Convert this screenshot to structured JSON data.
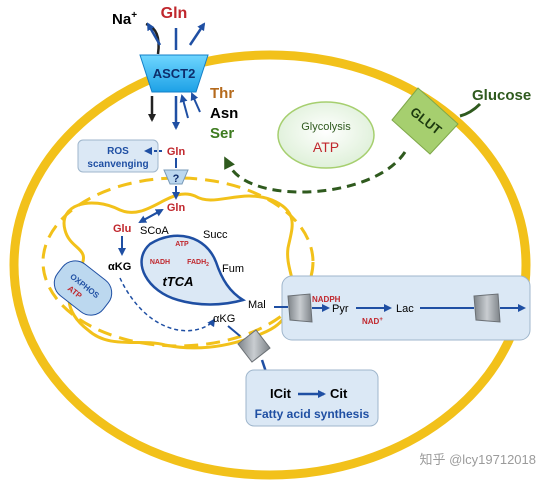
{
  "transporters": {
    "asct2": "ASCT2",
    "glut": "GLUT",
    "sodium": "Na",
    "sodium_charge": "+"
  },
  "extracellular": {
    "gln": "Gln",
    "glucose": "Glucose",
    "thr": "Thr",
    "asn": "Asn",
    "ser": "Ser"
  },
  "cytosol": {
    "gln": "Gln",
    "ros_line1": "ROS",
    "ros_line2": "scanvenging",
    "glycolysis": "Glycolysis",
    "glycolysis_atp": "ATP",
    "unknown_carrier": "?"
  },
  "mitochondrion": {
    "gln": "Gln",
    "glu": "Glu",
    "akg": "αKG",
    "akg_right": "αKG",
    "scoa": "SCoA",
    "succ": "Succ",
    "fum": "Fum",
    "mal": "Mal",
    "tca": "tTCA",
    "atp": "ATP",
    "nadh": "NADH",
    "fadh2": "FADH",
    "fadh2_sub": "2",
    "oxphos": "OXPHOS",
    "oxphos_atp": "ATP"
  },
  "malate_shuttle": {
    "nadph": "NADPH",
    "pyr": "Pyr",
    "lac": "Lac",
    "nad": "NAD",
    "nad_charge": "+"
  },
  "lipid": {
    "icit": "ICit",
    "cit": "Cit",
    "title": "Fatty acid synthesis"
  },
  "watermark": "知乎 @lcy19712018",
  "colors": {
    "membrane": "#f2c11a",
    "gln_red": "#c0272d",
    "arrow_blue": "#1f4fa3",
    "glycolysis_green": "#2f5a1e",
    "thr_brown": "#b56a1c",
    "ser_green": "#3d7b1f",
    "carrier_gray": "#9aa0a6",
    "box_fill": "#dbe8f5",
    "glut_green": "#a6cf6f"
  }
}
